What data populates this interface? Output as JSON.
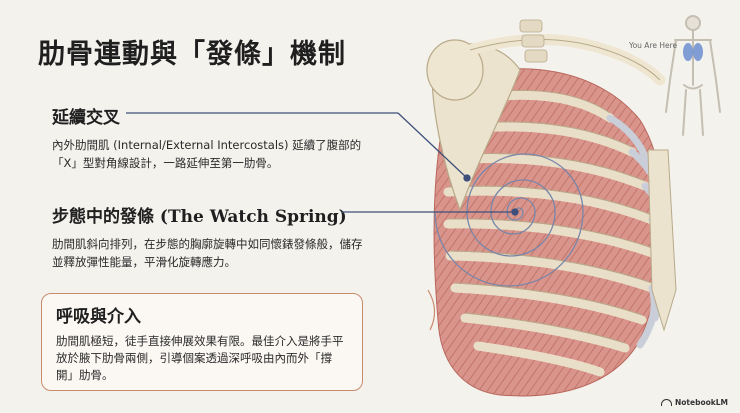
{
  "title": "肋骨連動與「發條」機制",
  "sections": [
    {
      "heading": "延續交叉",
      "body": "內外肋間肌 (Internal/External Intercostals) 延續了腹部的「X」型對角線設計，一路延伸至第一肋骨。"
    },
    {
      "heading": "步態中的發條 (The Watch Spring)",
      "body": "肋間肌斜向排列，在步態的胸廓旋轉中如同懷錶發條般，儲存並釋放彈性能量，平滑化旋轉應力。"
    },
    {
      "heading": "呼吸與介入",
      "body": "肋間肌極短，徒手直接伸展效果有限。最佳介入是將手平放於腋下肋骨兩側，引導個案透過深呼吸由內而外「撐開」肋骨。"
    }
  ],
  "inset": {
    "label": "You Are Here"
  },
  "watermark": "NotebookLM",
  "colors": {
    "background": "#f4f2ed",
    "bone": "#e9dfc9",
    "muscle": "#d98f86",
    "spiral": "#7a86a8",
    "connector": "#3d4f7a",
    "accent": "#c98b6e",
    "lung": "#6c8fd1"
  }
}
